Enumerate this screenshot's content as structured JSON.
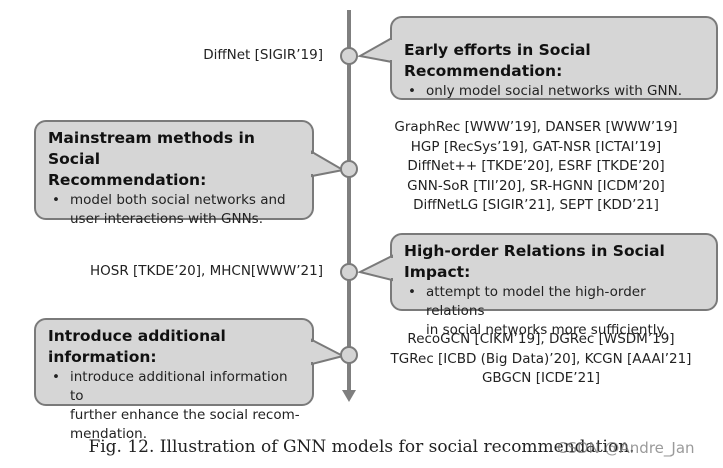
{
  "timeline": {
    "stages": [
      {
        "callout_title": "Early efforts in Social Recommendation:",
        "callout_bullets": [
          "only model social networks with GNN."
        ],
        "works": [
          "DiffNet [SIGIR’19]"
        ]
      },
      {
        "callout_title": "Mainstream methods in Social Recommendation:",
        "callout_title_lines": [
          "Mainstream methods in Social",
          "Recommendation:"
        ],
        "callout_bullets": [
          "model both social networks and user interactions with GNNs."
        ],
        "callout_bullet_lines": [
          "model both social networks and",
          "user interactions with GNNs."
        ],
        "works": [
          "GraphRec [WWW’19], DANSER [WWW’19]",
          "HGP [RecSys’19], GAT-NSR [ICTAI’19]",
          "DiffNet++ [TKDE’20], ESRF [TKDE’20]",
          "GNN-SoR [TII’20], SR-HGNN [ICDM’20]",
          "DiffNetLG [SIGIR’21], SEPT [KDD’21]"
        ]
      },
      {
        "callout_title": "High-order Relations in Social Impact:",
        "callout_bullets": [
          "attempt to model the high-order relations in social networks more sufficiently."
        ],
        "callout_bullet_lines": [
          "attempt to model the high-order relations",
          "in social networks more sufficiently."
        ],
        "works": [
          "HOSR [TKDE’20], MHCN[WWW’21]"
        ]
      },
      {
        "callout_title": "Introduce additional information:",
        "callout_bullets": [
          "introduce additional information to further enhance the social recommendation."
        ],
        "callout_bullet_lines": [
          "introduce additional information to",
          "further enhance the social recom-",
          "mendation."
        ],
        "works": [
          "RecoGCN [CIKM’19], DGRec [WSDM’19]",
          "TGRec [ICBD (Big Data)’20], KCGN [AAAI’21]",
          "GBGCN [ICDE’21]"
        ]
      }
    ]
  },
  "caption": "Fig. 12.  Illustration of GNN models for social recommendation.",
  "watermark": "CSDN @Andre_Jan",
  "colors": {
    "axis": "#7f7f7f",
    "callout_fill": "#d6d6d6",
    "callout_border": "#7a7a7a",
    "node_fill": "#d4d4d4"
  }
}
